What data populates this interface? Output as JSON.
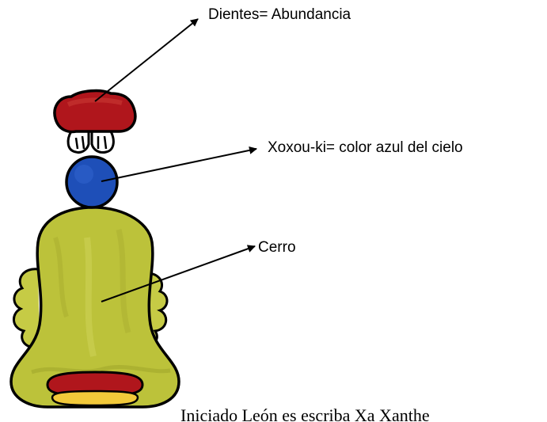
{
  "labels": {
    "teeth": "Dientes= Abundancia",
    "sky": "Xoxou-ki= color azul del cielo",
    "hill": "Cerro"
  },
  "bottom_text": "Iniciado León  es  escriba  Xa  Xanthe",
  "colors": {
    "cap_red": "#b0161c",
    "teeth_white": "#ffffff",
    "sky_blue": "#1e4fb8",
    "hill_olive": "#bcc23a",
    "hill_dark": "#9aa028",
    "base_yellow": "#f2c93a",
    "outline": "#000000"
  }
}
